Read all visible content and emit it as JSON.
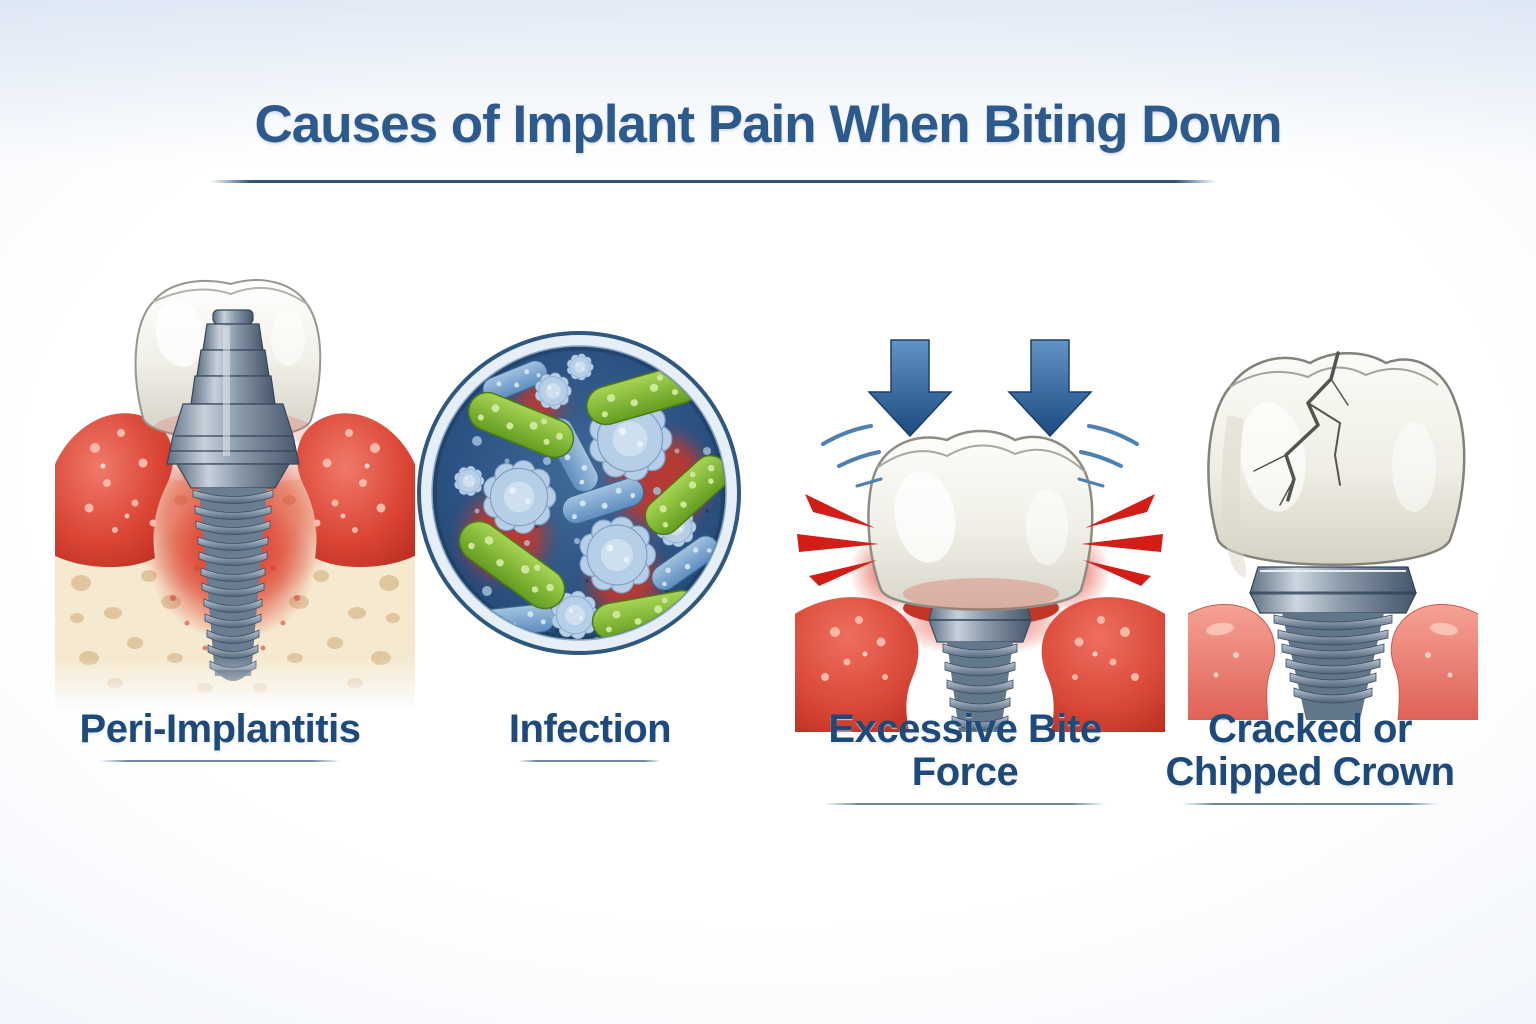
{
  "title": "Causes of Implant Pain When Biting Down",
  "panels": [
    {
      "label": "Peri-Implantitis",
      "illustration": "implant-with-inflamed-gums-illustration"
    },
    {
      "label": "Infection",
      "illustration": "bacteria-microscope-circle-illustration"
    },
    {
      "label": "Excessive Bite Force",
      "illustration": "crown-under-bite-force-arrows-illustration"
    },
    {
      "label": "Cracked or Chipped Crown",
      "illustration": "cracked-crown-on-implant-illustration"
    }
  ],
  "colors": {
    "title_color": "#2d5a8c",
    "label_color": "#1d4a7a",
    "divider_color": "#2d567f",
    "background_edge": "#c7d7ec",
    "background_center": "#ffffff",
    "arrow_blue": "#2e5f94",
    "inflamed_gum_red": "#d63a2c",
    "healthy_gum_pink": "#ec8378",
    "bone_beige": "#f4e7cc",
    "implant_metal_gray": "#7c8b9b",
    "crown_ivory": "#f2f1ea",
    "bacteria_green": "#76ab2f",
    "bacteria_blue": "#7fa8d0",
    "microscope_field_blue": "#2a5181",
    "infection_red": "#c5382a"
  }
}
